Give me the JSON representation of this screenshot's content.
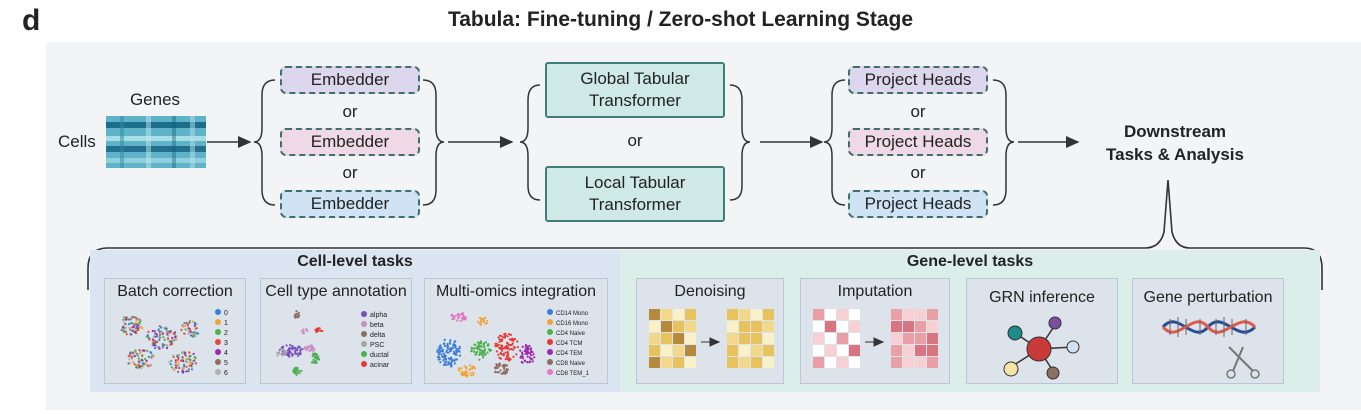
{
  "panel_letter": "d",
  "title": "Tabula: Fine-tuning / Zero-shot Learning Stage",
  "input": {
    "genes_label": "Genes",
    "cells_label": "Cells"
  },
  "embedders": {
    "top": "Embedder",
    "middle": "Embedder",
    "bottom": "Embedder",
    "or1": "or",
    "or2": "or"
  },
  "transformers": {
    "global": "Global Tabular Transformer",
    "local": "Local Tabular Transformer",
    "or": "or"
  },
  "heads": {
    "top": "Project Heads",
    "middle": "Project Heads",
    "bottom": "Project Heads",
    "or1": "or",
    "or2": "or"
  },
  "downstream": {
    "line1": "Downstream",
    "line2": "Tasks & Analysis"
  },
  "cell_tasks": {
    "header": "Cell-level tasks",
    "batch": {
      "title": "Batch  correction",
      "legend": [
        "0",
        "1",
        "2",
        "3",
        "4",
        "5",
        "6"
      ],
      "colors": [
        "#3b7dd8",
        "#f2a33a",
        "#4caf50",
        "#e64a3a",
        "#9c27b0",
        "#8d6e63",
        "#b0b0b0"
      ]
    },
    "annotation": {
      "title": "Cell type annotation",
      "legend": [
        "alpha",
        "beta",
        "delta",
        "PSC",
        "ductal",
        "acinar"
      ],
      "colors": [
        "#7b4fbf",
        "#c98fc4",
        "#8d6e63",
        "#a5a5a5",
        "#4caf50",
        "#e53935"
      ]
    },
    "multiomics": {
      "title": "Multi-omics integration",
      "legend": [
        "CD14 Mono",
        "CD16 Mono",
        "CD4 Naive",
        "CD4 TCM",
        "CD4 TEM",
        "CD8 Naive",
        "CD8 TEM_1"
      ],
      "colors": [
        "#3b7dd8",
        "#f2a33a",
        "#4caf50",
        "#e53935",
        "#9c27b0",
        "#8d6e63",
        "#e377c2"
      ]
    }
  },
  "gene_tasks": {
    "header": "Gene-level tasks",
    "denoising": "Denoising",
    "imputation": "Imputation",
    "grn": "GRN inference",
    "perturbation": "Gene perturbation"
  }
}
